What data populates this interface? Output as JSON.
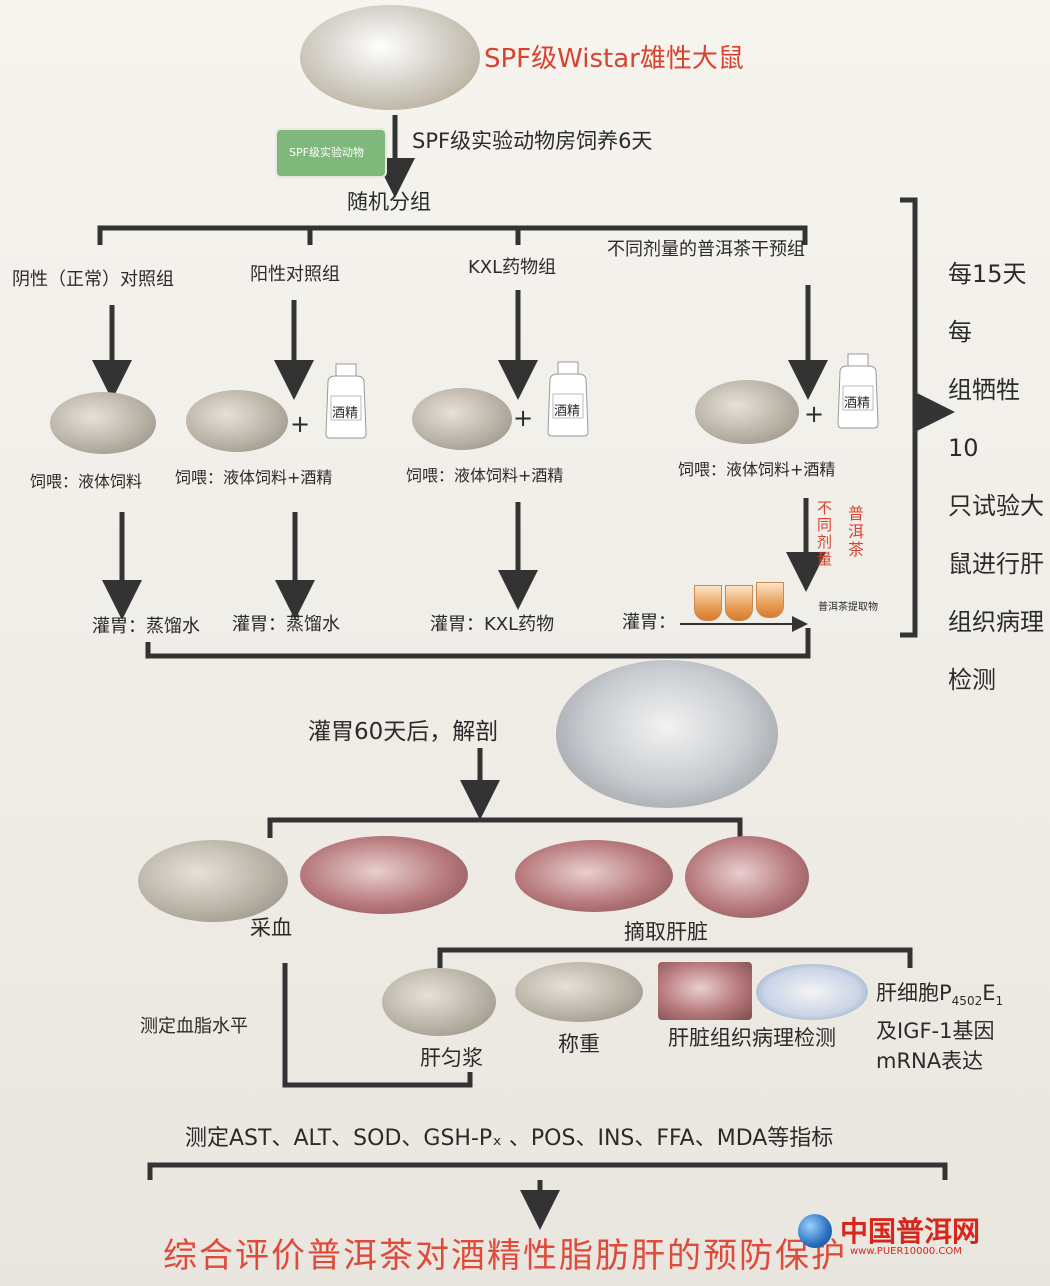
{
  "title_rat": "SPF级Wistar雄性大鼠",
  "step_feed": "SPF级实验动物房饲养6天",
  "tag_card": "SPF级实验动物",
  "random_group": "随机分组",
  "groups": [
    "阴性（正常）对照组",
    "阳性对照组",
    "KXL药物组",
    "不同剂量的普洱茶干预组"
  ],
  "feed_labels": [
    "饲喂：液体饲料",
    "饲喂：液体饲料+酒精",
    "饲喂：液体饲料+酒精",
    "饲喂：液体饲料+酒精"
  ],
  "bottle_label": "酒精",
  "plus": "+",
  "dose_label": "不同剂量",
  "tea_label": "普洱茶",
  "gavage_labels": [
    "灌胃：蒸馏水",
    "灌胃：蒸馏水",
    "灌胃：KXL药物",
    "灌胃："
  ],
  "tea_extract_label": "普洱茶提取物",
  "side_note": [
    "每15天每",
    "组牺牲10",
    "只试验大",
    "鼠进行肝",
    "组织病理",
    "检测"
  ],
  "dissect": "灌胃60天后，解剖",
  "blood": "采血",
  "liver": "摘取肝脏",
  "blood_lipid": "测定血脂水平",
  "homogenate": "肝匀浆",
  "weigh": "称重",
  "pathology": "肝脏组织病理检测",
  "gene_line1": "肝细胞P",
  "gene_sub": "4502",
  "gene_mid": "E",
  "gene_sub2": "1",
  "gene_line2": "及IGF-1基因",
  "gene_line3": "mRNA表达",
  "indices": "测定AST、ALT、SOD、GSH-Pₓ 、POS、INS、FFA、MDA等指标",
  "conclusion": "综合评价普洱茶对酒精性脂肪肝的预防保护",
  "logo_text": "中国普洱网",
  "logo_url": "www.PUER10000.COM"
}
